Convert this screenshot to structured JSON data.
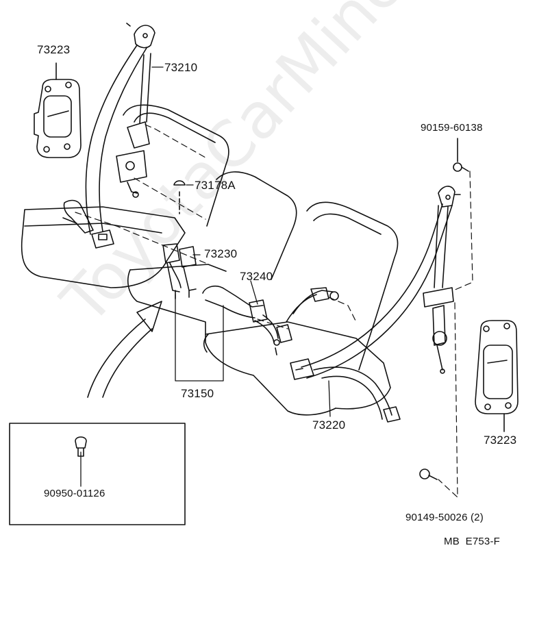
{
  "parts": {
    "p73223_left": "73223",
    "p73210": "73210",
    "p73178a": "73178A",
    "p73230": "73230",
    "p73240": "73240",
    "p73150": "73150",
    "p73220": "73220",
    "p73223_right": "73223",
    "p90159": "90159-60138",
    "p90149": "90149-50026 (2)",
    "p90950": "90950-01126"
  },
  "code": "MB  E753-F",
  "watermark": "ToyotaCarMine.ru"
}
